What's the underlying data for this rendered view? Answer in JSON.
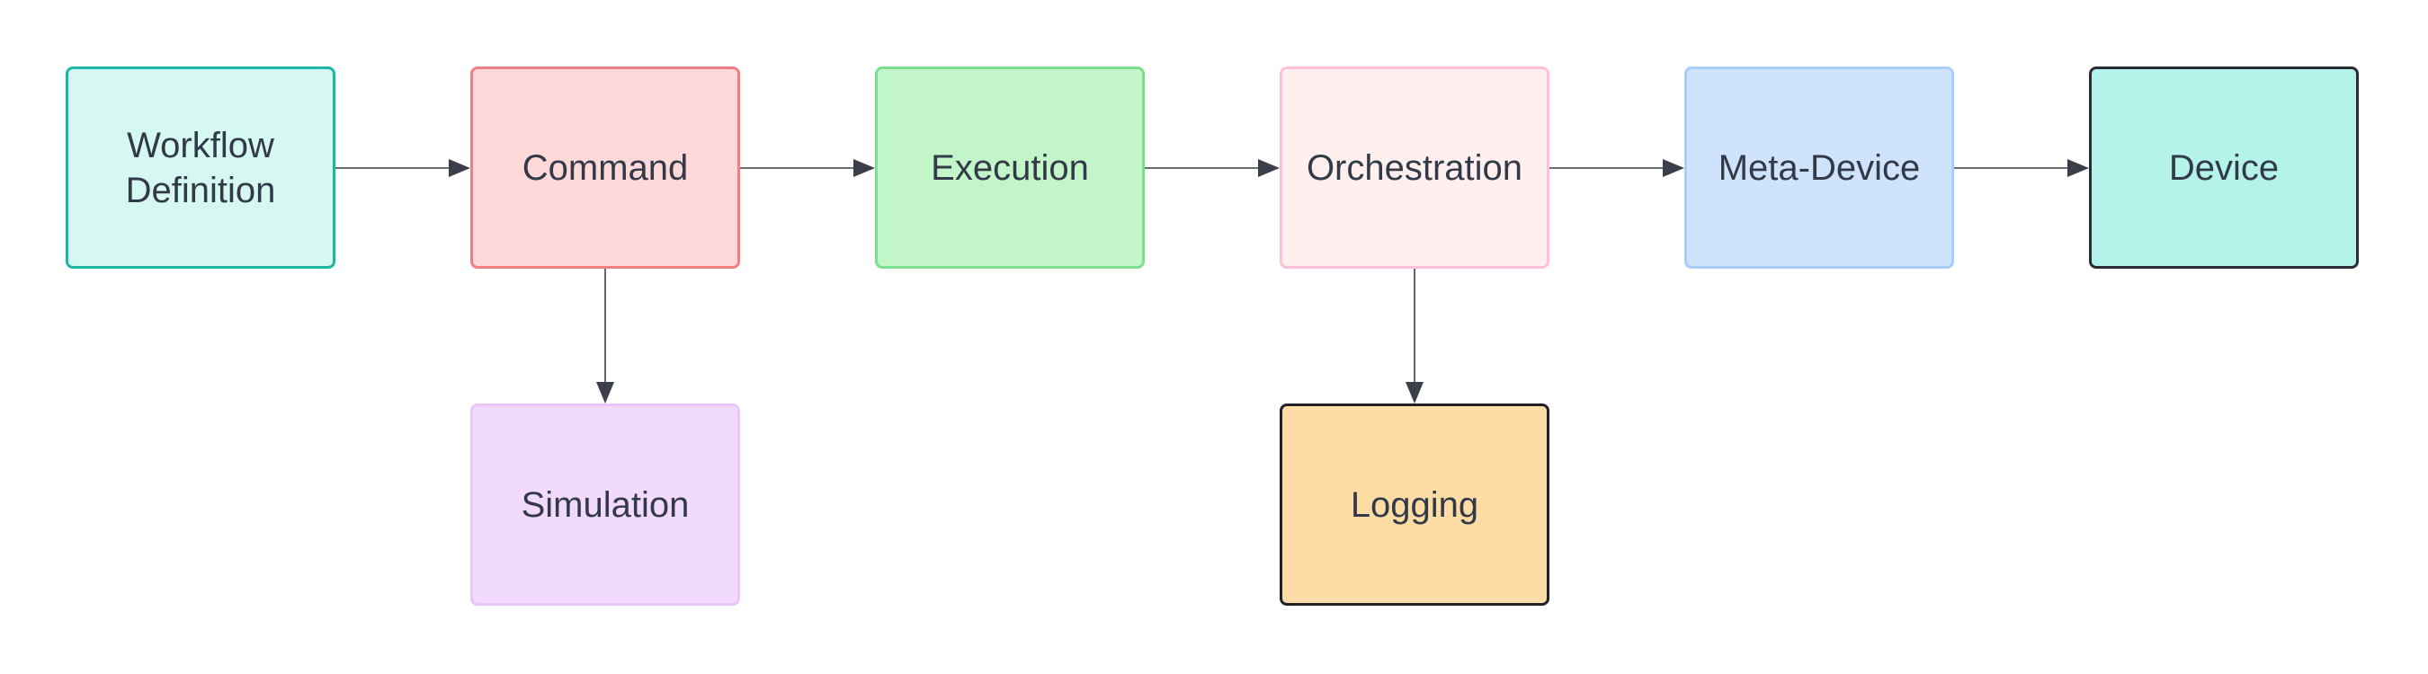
{
  "diagram": {
    "nodes": [
      {
        "id": "workflow-definition",
        "label": "Workflow\nDefinition",
        "fill": "#d5f8f1",
        "stroke": "#1bb8a4"
      },
      {
        "id": "command",
        "label": "Command",
        "fill": "#ffd8da",
        "stroke": "#f07f82"
      },
      {
        "id": "execution",
        "label": "Execution",
        "fill": "#c2f5c8",
        "stroke": "#7de08f"
      },
      {
        "id": "orchestration",
        "label": "Orchestration",
        "fill": "#fff0ef",
        "stroke": "#ffbfd8"
      },
      {
        "id": "meta-device",
        "label": "Meta-Device",
        "fill": "#cfe3fd",
        "stroke": "#a8cdfa"
      },
      {
        "id": "device",
        "label": "Device",
        "fill": "#b4f3e9",
        "stroke": "#282c34"
      },
      {
        "id": "simulation",
        "label": "Simulation",
        "fill": "#f2d9fe",
        "stroke": "#eac6fd"
      },
      {
        "id": "logging",
        "label": "Logging",
        "fill": "#fedca6",
        "stroke": "#1f2329"
      }
    ],
    "edges": [
      {
        "from": "workflow-definition",
        "to": "command"
      },
      {
        "from": "command",
        "to": "execution"
      },
      {
        "from": "execution",
        "to": "orchestration"
      },
      {
        "from": "orchestration",
        "to": "meta-device"
      },
      {
        "from": "meta-device",
        "to": "device"
      },
      {
        "from": "command",
        "to": "simulation"
      },
      {
        "from": "orchestration",
        "to": "logging"
      }
    ],
    "edge_color": "#3a3f4a"
  }
}
